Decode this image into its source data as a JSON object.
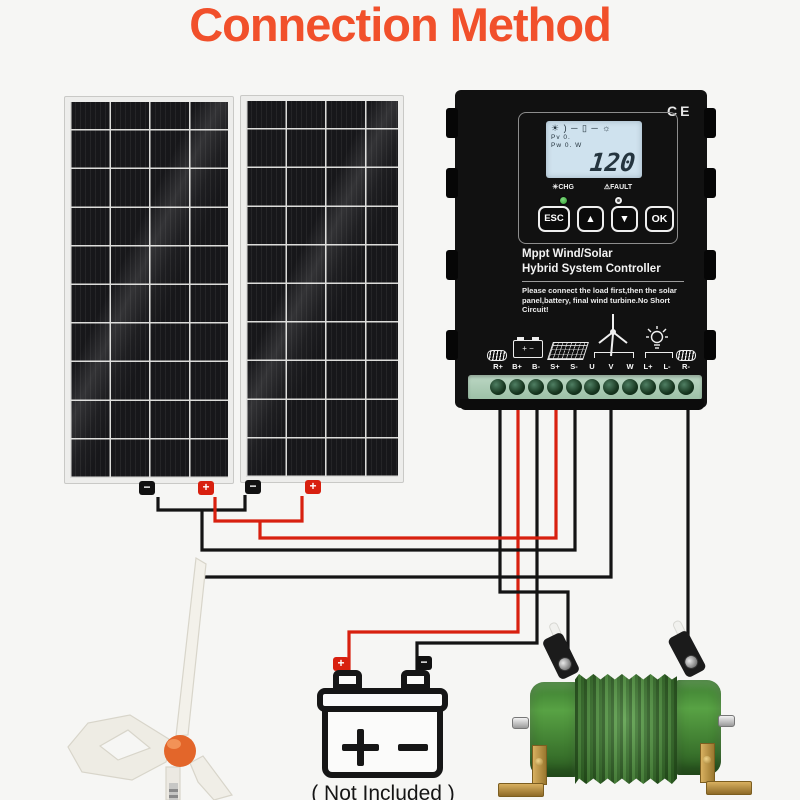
{
  "title": "Connection Method",
  "colors": {
    "background": "#f6f6f4",
    "title_orange": "#f1502b",
    "wire_red": "#d8200f",
    "wire_black": "#111111",
    "terminal_strip_green": "#a9c9b2",
    "resistor_green": "#3f7f33",
    "hub_orange": "#e3662a"
  },
  "solar": {
    "badges": [
      "−",
      "+",
      "−",
      "+"
    ]
  },
  "controller": {
    "ce": "CE",
    "lcd": {
      "icon_row": "☀ ) ─ ▯ ─ ☼",
      "pv_label": "Pv",
      "pv_value": "0.",
      "pw_label": "Pw",
      "pw_value": "0.",
      "pw_unit": "W",
      "main_value": "120"
    },
    "status": {
      "chg": "☀CHG",
      "fault": "⚠FAULT"
    },
    "buttons": [
      "ESC",
      "▲",
      "▼",
      "OK"
    ],
    "name_line1": "Mppt Wind/Solar",
    "name_line2": "Hybrid System Controller",
    "warning": "Please connect the load first,then the solar panel,battery, final wind turbine.No Short Circuit!",
    "icon_labels": {
      "battery": "+ −"
    },
    "terminals": [
      "R+",
      "B+",
      "B-",
      "S+",
      "S-",
      "U",
      "V",
      "W",
      "L+",
      "L-",
      "R-"
    ]
  },
  "battery": {
    "plus_badge": "+",
    "minus_badge": "−",
    "caption": "( Not Included )"
  }
}
